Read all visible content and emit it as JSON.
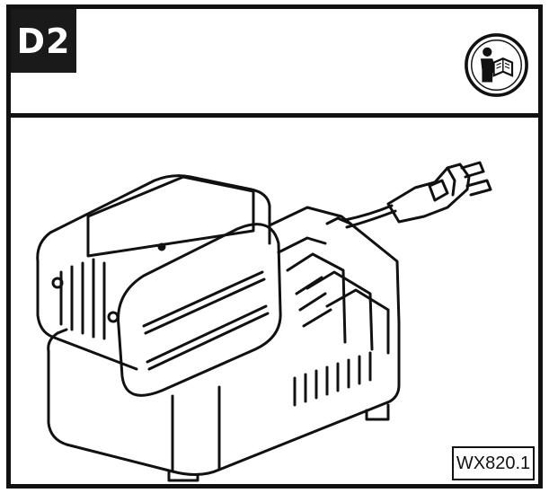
{
  "figure": {
    "label": "D2",
    "model": "WX820.1",
    "icons": {
      "manual": "read-manual-icon",
      "illustration": "battery-charger-illustration"
    }
  }
}
